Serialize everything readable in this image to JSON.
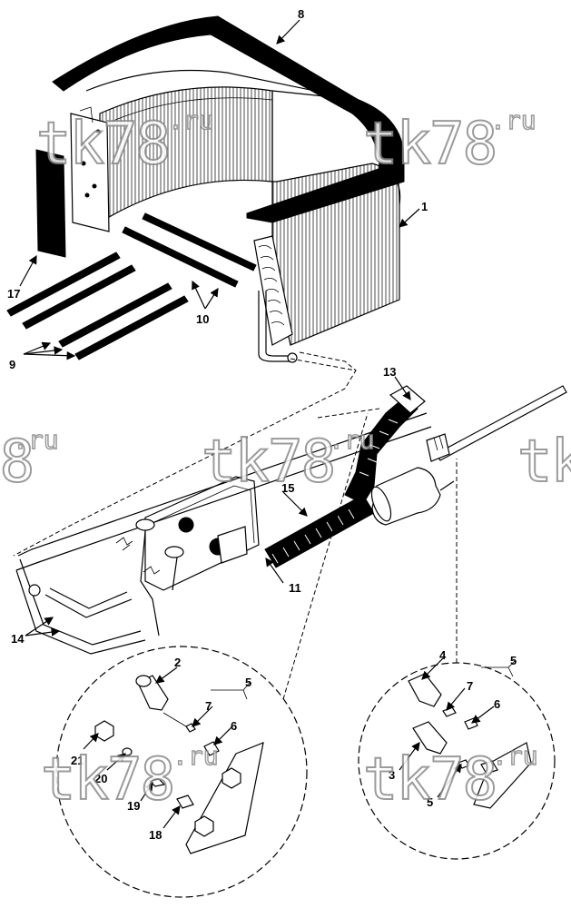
{
  "watermark": {
    "main": "tk78",
    "suffix": ".ru"
  },
  "callouts": {
    "c1": "1",
    "c2": "2",
    "c4": "4",
    "c5a": "5",
    "c5b": "5",
    "c6a": "6",
    "c6b": "6",
    "c7a": "7",
    "c7b": "7",
    "c8": "8",
    "c9": "9",
    "c10": "10",
    "c11": "11",
    "c13": "13",
    "c14": "14",
    "c15": "15",
    "c17": "17",
    "c18": "18",
    "c19": "19",
    "c20": "20",
    "c21": "21",
    "c3": "3",
    "c5c": "5"
  }
}
